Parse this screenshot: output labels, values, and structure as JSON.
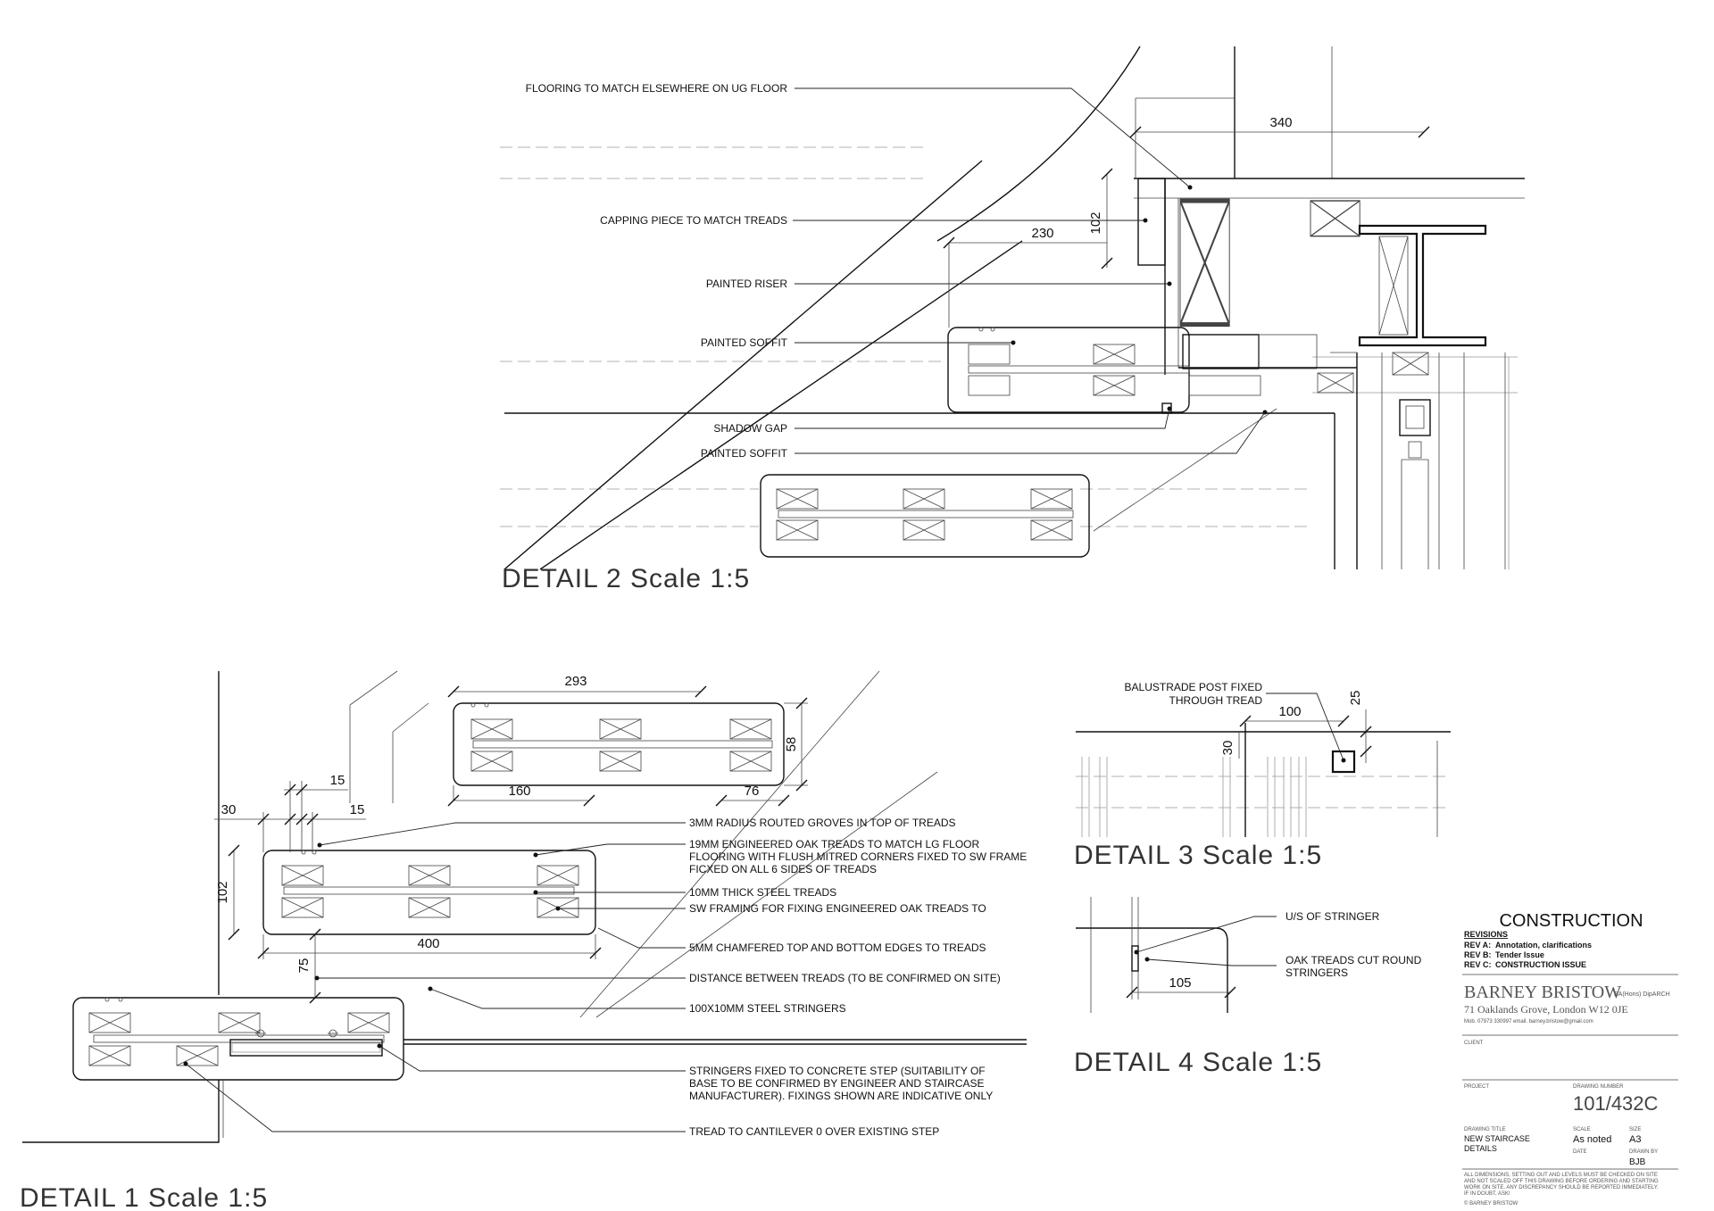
{
  "detail2": {
    "title": "DETAIL 2 Scale 1:5",
    "labels": {
      "flooring": "FLOORING TO MATCH ELSEWHERE ON UG FLOOR",
      "capping": "CAPPING PIECE TO MATCH TREADS",
      "riser": "PAINTED RISER",
      "soffit1": "PAINTED SOFFIT",
      "shadow_gap": "SHADOW GAP",
      "soffit2": "PAINTED SOFFIT"
    },
    "dims": {
      "d340": "340",
      "d230": "230",
      "d102": "102"
    }
  },
  "detail1": {
    "title": "DETAIL 1 Scale 1:5",
    "labels": {
      "groves": "3MM RADIUS ROUTED GROVES IN TOP OF TREADS",
      "oak_1": "19MM ENGINEERED OAK TREADS TO MATCH LG FLOOR",
      "oak_2": "FLOORING WITH FLUSH MITRED CORNERS FIXED TO SW FRAME",
      "oak_3": "FICXED ON ALL 6 SIDES OF TREADS",
      "steel_treads": "10MM THICK STEEL TREADS",
      "sw_framing": "SW FRAMING FOR FIXING ENGINEERED OAK TREADS TO",
      "chamfer": "5MM CHAMFERED TOP AND BOTTOM EDGES TO TREADS",
      "distance": "DISTANCE BETWEEN TREADS (TO BE CONFIRMED ON SITE)",
      "stringers": "100X10MM STEEL STRINGERS",
      "fixed_1": "STRINGERS FIXED TO CONCRETE STEP (SUITABILITY OF",
      "fixed_2": "BASE TO BE CONFIRMED BY ENGINEER AND STAIRCASE",
      "fixed_3": "MANUFACTURER). FIXINGS SHOWN ARE INDICATIVE ONLY",
      "cantilever": "TREAD TO CANTILEVER 0 OVER EXISTING STEP"
    },
    "dims": {
      "d293": "293",
      "d160": "160",
      "d76": "76",
      "d58": "58",
      "d15a": "15",
      "d15b": "15",
      "d30": "30",
      "d102": "102",
      "d400": "400",
      "d75": "75"
    }
  },
  "detail3": {
    "title": "DETAIL 3 Scale 1:5",
    "labels": {
      "post_1": "BALUSTRADE POST FIXED",
      "post_2": "THROUGH TREAD"
    },
    "dims": {
      "d100": "100",
      "d25": "25",
      "d30": "30"
    }
  },
  "detail4": {
    "title": "DETAIL 4 Scale 1:5",
    "labels": {
      "us_stringer": "U/S OF STRINGER",
      "oak_cut_1": "OAK TREADS CUT ROUND",
      "oak_cut_2": "STRINGERS"
    },
    "dims": {
      "d105": "105"
    }
  },
  "title_block": {
    "status": "CONSTRUCTION",
    "revisions_heading": "REVISIONS",
    "revisions": [
      {
        "rev": "REV A:",
        "text": "Annotation, clarifications"
      },
      {
        "rev": "REV B:",
        "text": "Tender Issue"
      },
      {
        "rev": "REV C:",
        "text": "CONSTRUCTION ISSUE"
      }
    ],
    "company": "BARNEY BRISTOW",
    "qualifications": "BA(Hons) DipARCH",
    "address": "71 Oaklands Grove, London W12 0JE",
    "contact": "Mob. 07973 330997  email. barney.bristow@gmail.com",
    "client_label": "CLIENT",
    "project_label": "PROJECT",
    "drawing_number_label": "DRAWING NUMBER",
    "drawing_number": "101/432C",
    "drawing_title_label": "DRAWING TITLE",
    "drawing_title_1": "NEW STAIRCASE",
    "drawing_title_2": "DETAILS",
    "scale_label": "SCALE",
    "scale": "As noted",
    "size_label": "SIZE",
    "size": "A3",
    "date_label": "DATE",
    "drawn_by_label": "DRAWN BY",
    "drawn_by": "BJB",
    "disclaimer_1": "ALL DIMENSIONS, SETTING OUT AND LEVELS MUST BE CHECKED ON SITE",
    "disclaimer_2": "AND NOT SCALED OFF THIS DRAWING BEFORE ORDERING AND STARTING",
    "disclaimer_3": "WORK ON SITE. ANY DISCREPANCY SHOULD BE REPORTED IMMEDIATELY.",
    "disclaimer_4": "IF IN DOUBT, ASK!",
    "copyright": "© BARNEY BRISTOW"
  }
}
